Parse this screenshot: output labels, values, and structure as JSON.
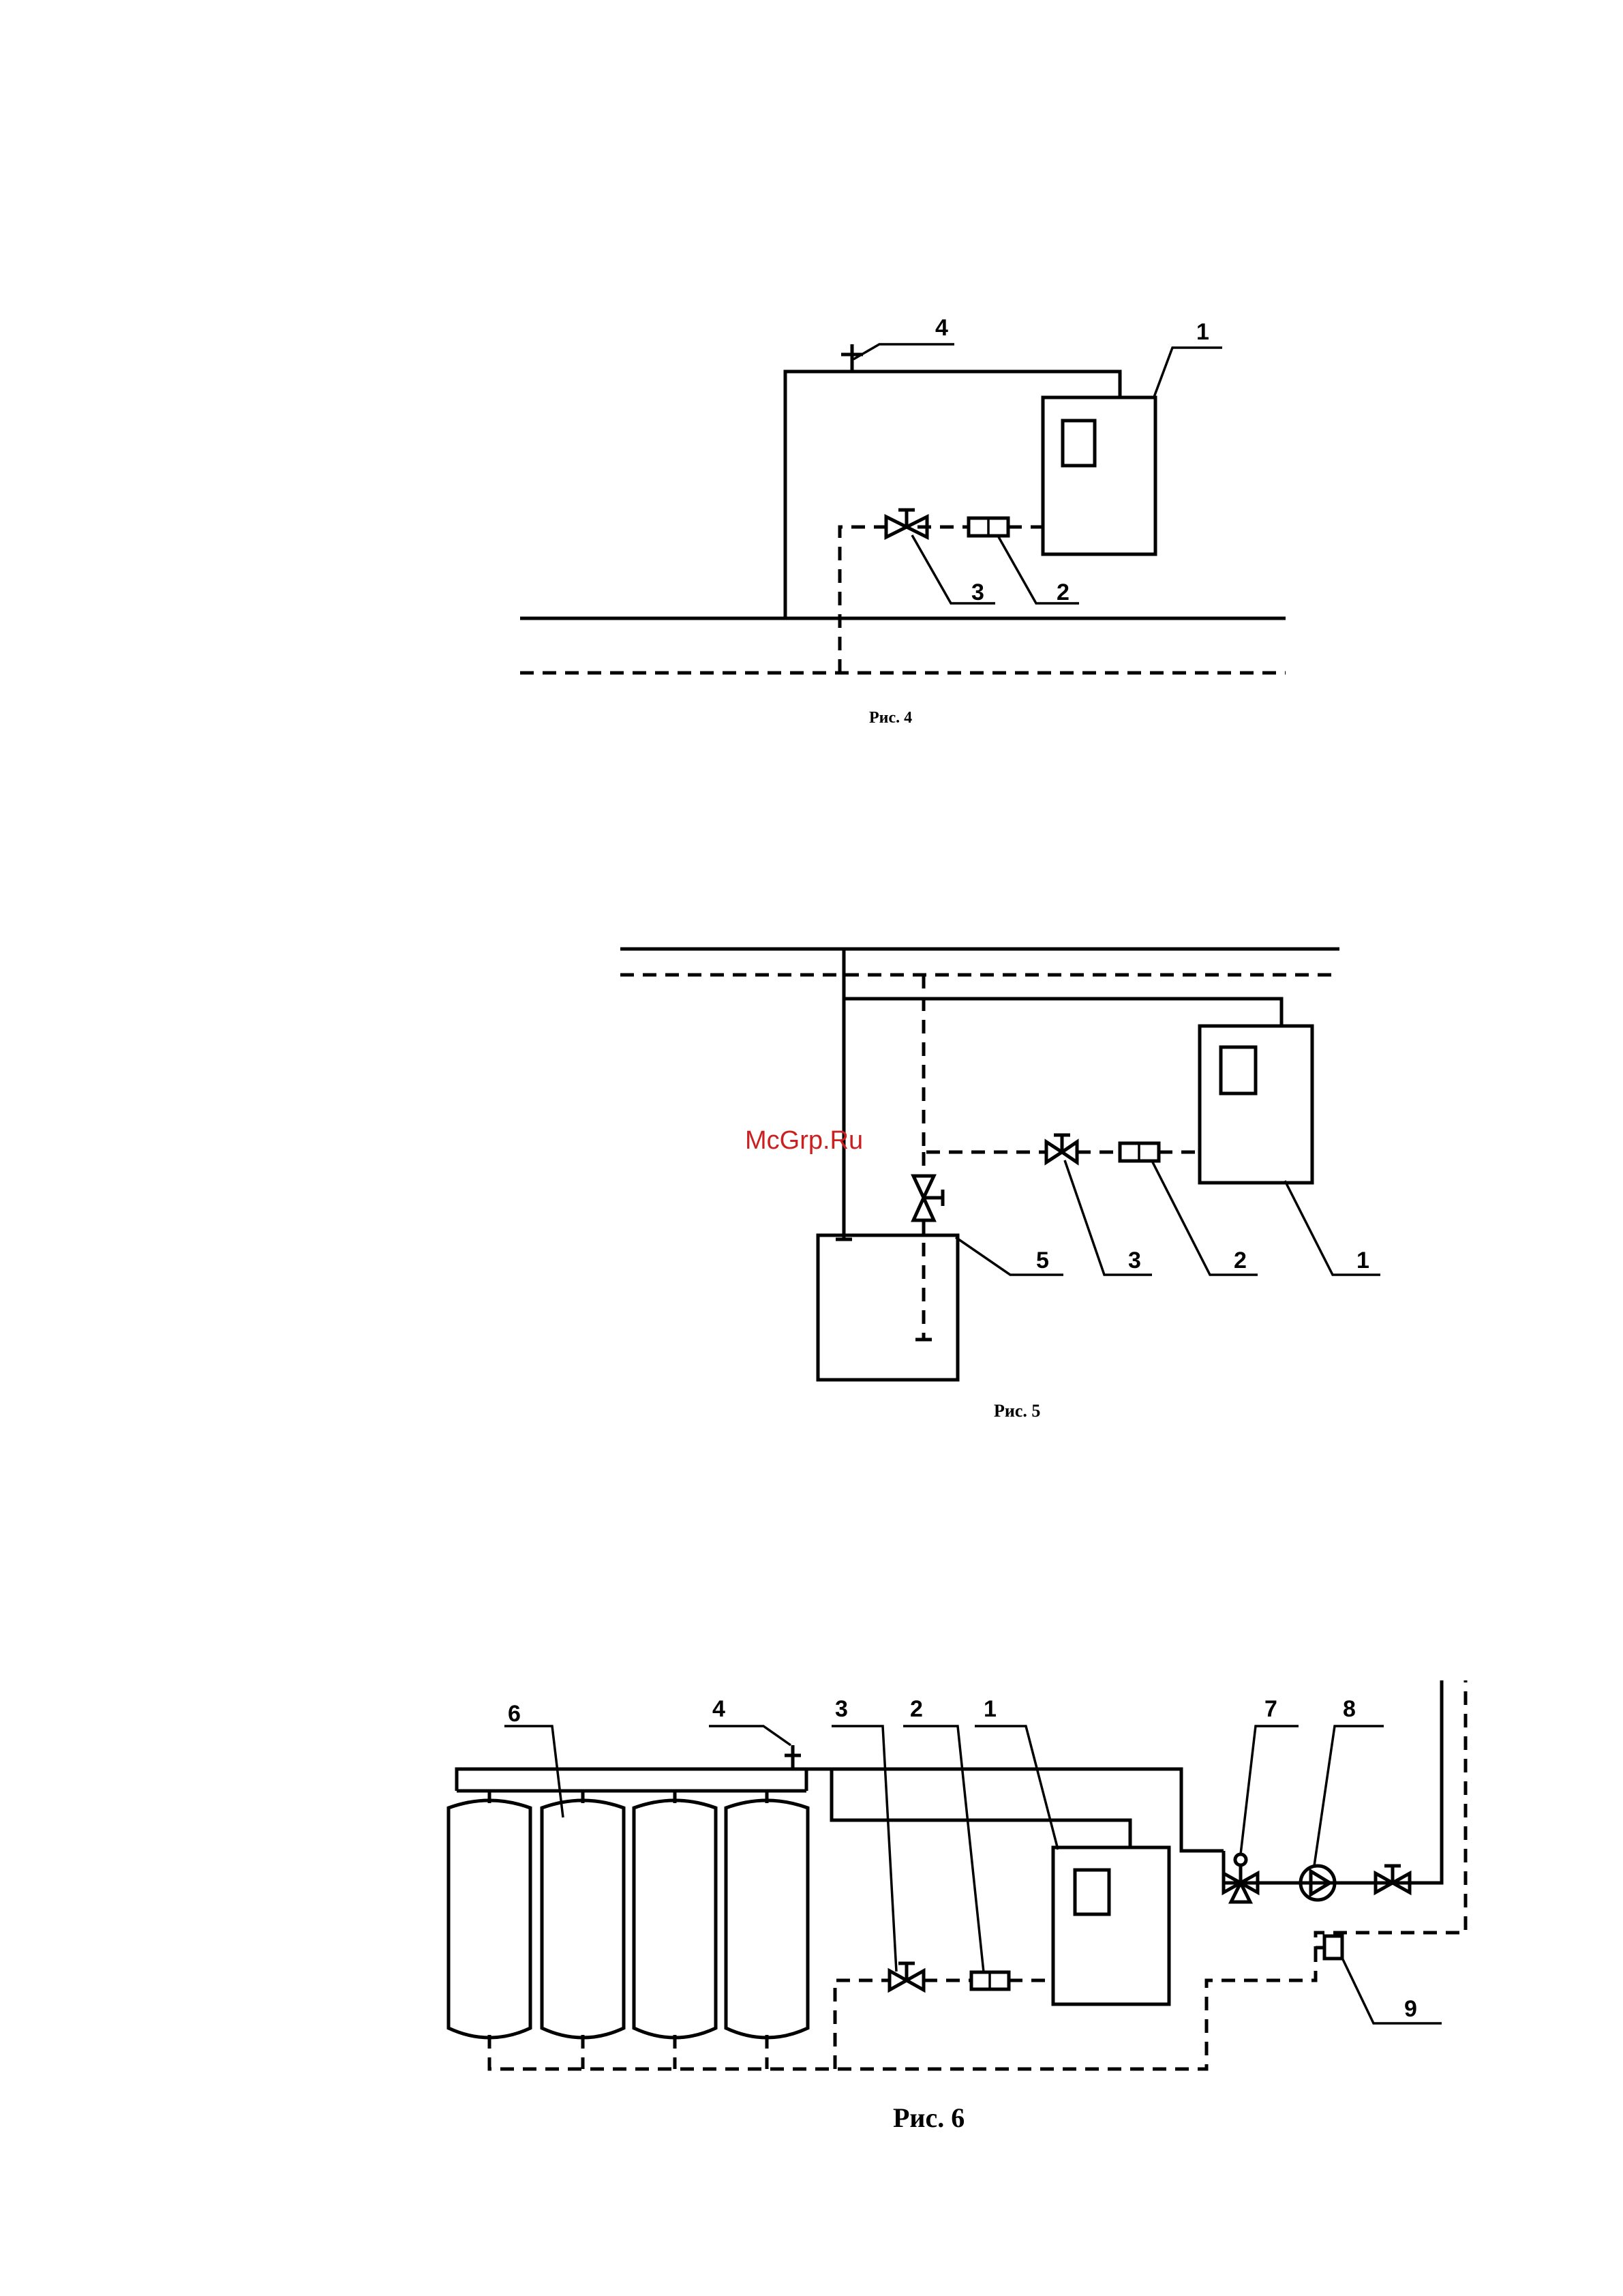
{
  "watermark": "McGrp.Ru",
  "figures": [
    {
      "caption": "Рис. 4",
      "labels": {
        "boiler": "1",
        "filter": "2",
        "valve": "3",
        "vent": "4"
      }
    },
    {
      "caption": "Рис. 5",
      "labels": {
        "boiler": "1",
        "filter": "2",
        "valve": "3",
        "tank": "5"
      }
    },
    {
      "caption": "Рис. 6",
      "labels": {
        "boiler": "1",
        "filter": "2",
        "valve": "3",
        "vent": "4",
        "tanks": "6",
        "three_way_valve": "7",
        "pump": "8",
        "sensor": "9"
      }
    }
  ]
}
